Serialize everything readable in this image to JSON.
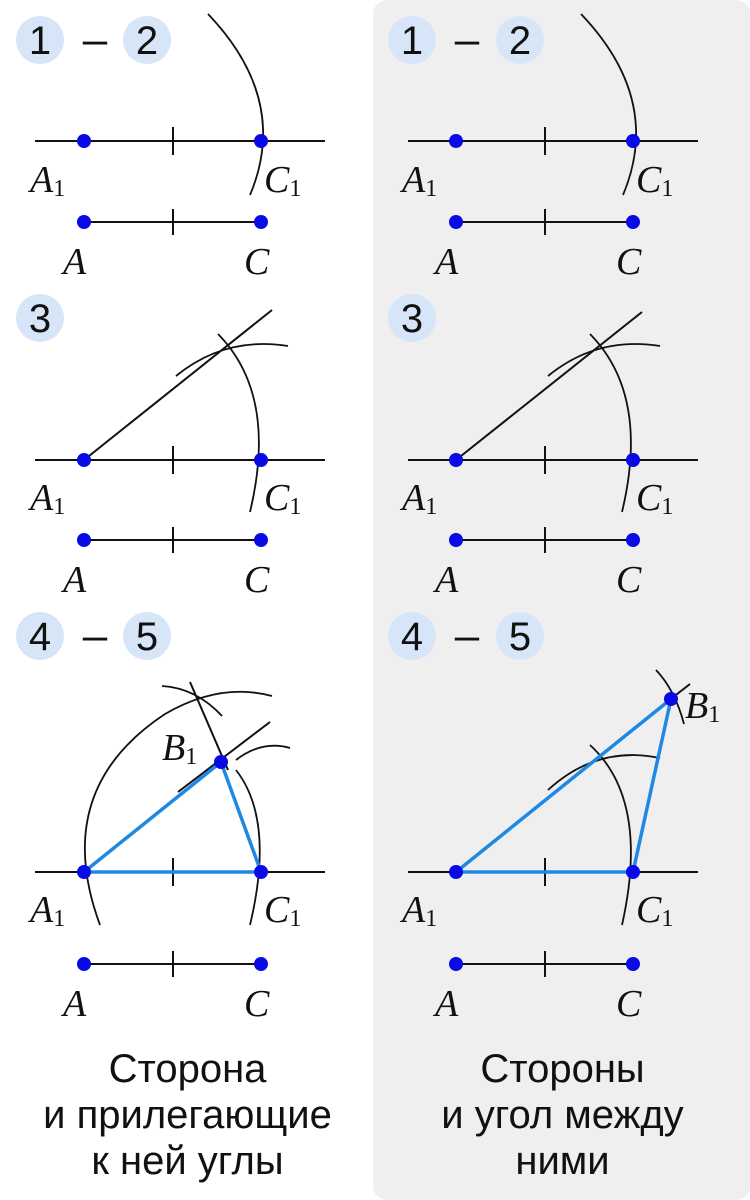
{
  "panels": {
    "left": {
      "caption": [
        "Сторона",
        "и прилегающие",
        "к ней углы"
      ]
    },
    "right": {
      "caption": [
        "Стороны",
        "и угол между",
        "ними"
      ]
    }
  },
  "steps": {
    "row1": {
      "from": "1",
      "dash": "–",
      "to": "2"
    },
    "row2": {
      "num": "3"
    },
    "row3": {
      "from": "4",
      "dash": "–",
      "to": "5"
    }
  },
  "labels": {
    "A1": {
      "main": "A",
      "sub": "1"
    },
    "C1": {
      "main": "C",
      "sub": "1"
    },
    "A": "A",
    "C": "C",
    "B1": {
      "main": "B",
      "sub": "1"
    }
  },
  "colors": {
    "point": "#0a0ae6",
    "triangle": "#1e88e5",
    "bubble": "#d6e6f8",
    "panel_bg": "#efefef"
  }
}
